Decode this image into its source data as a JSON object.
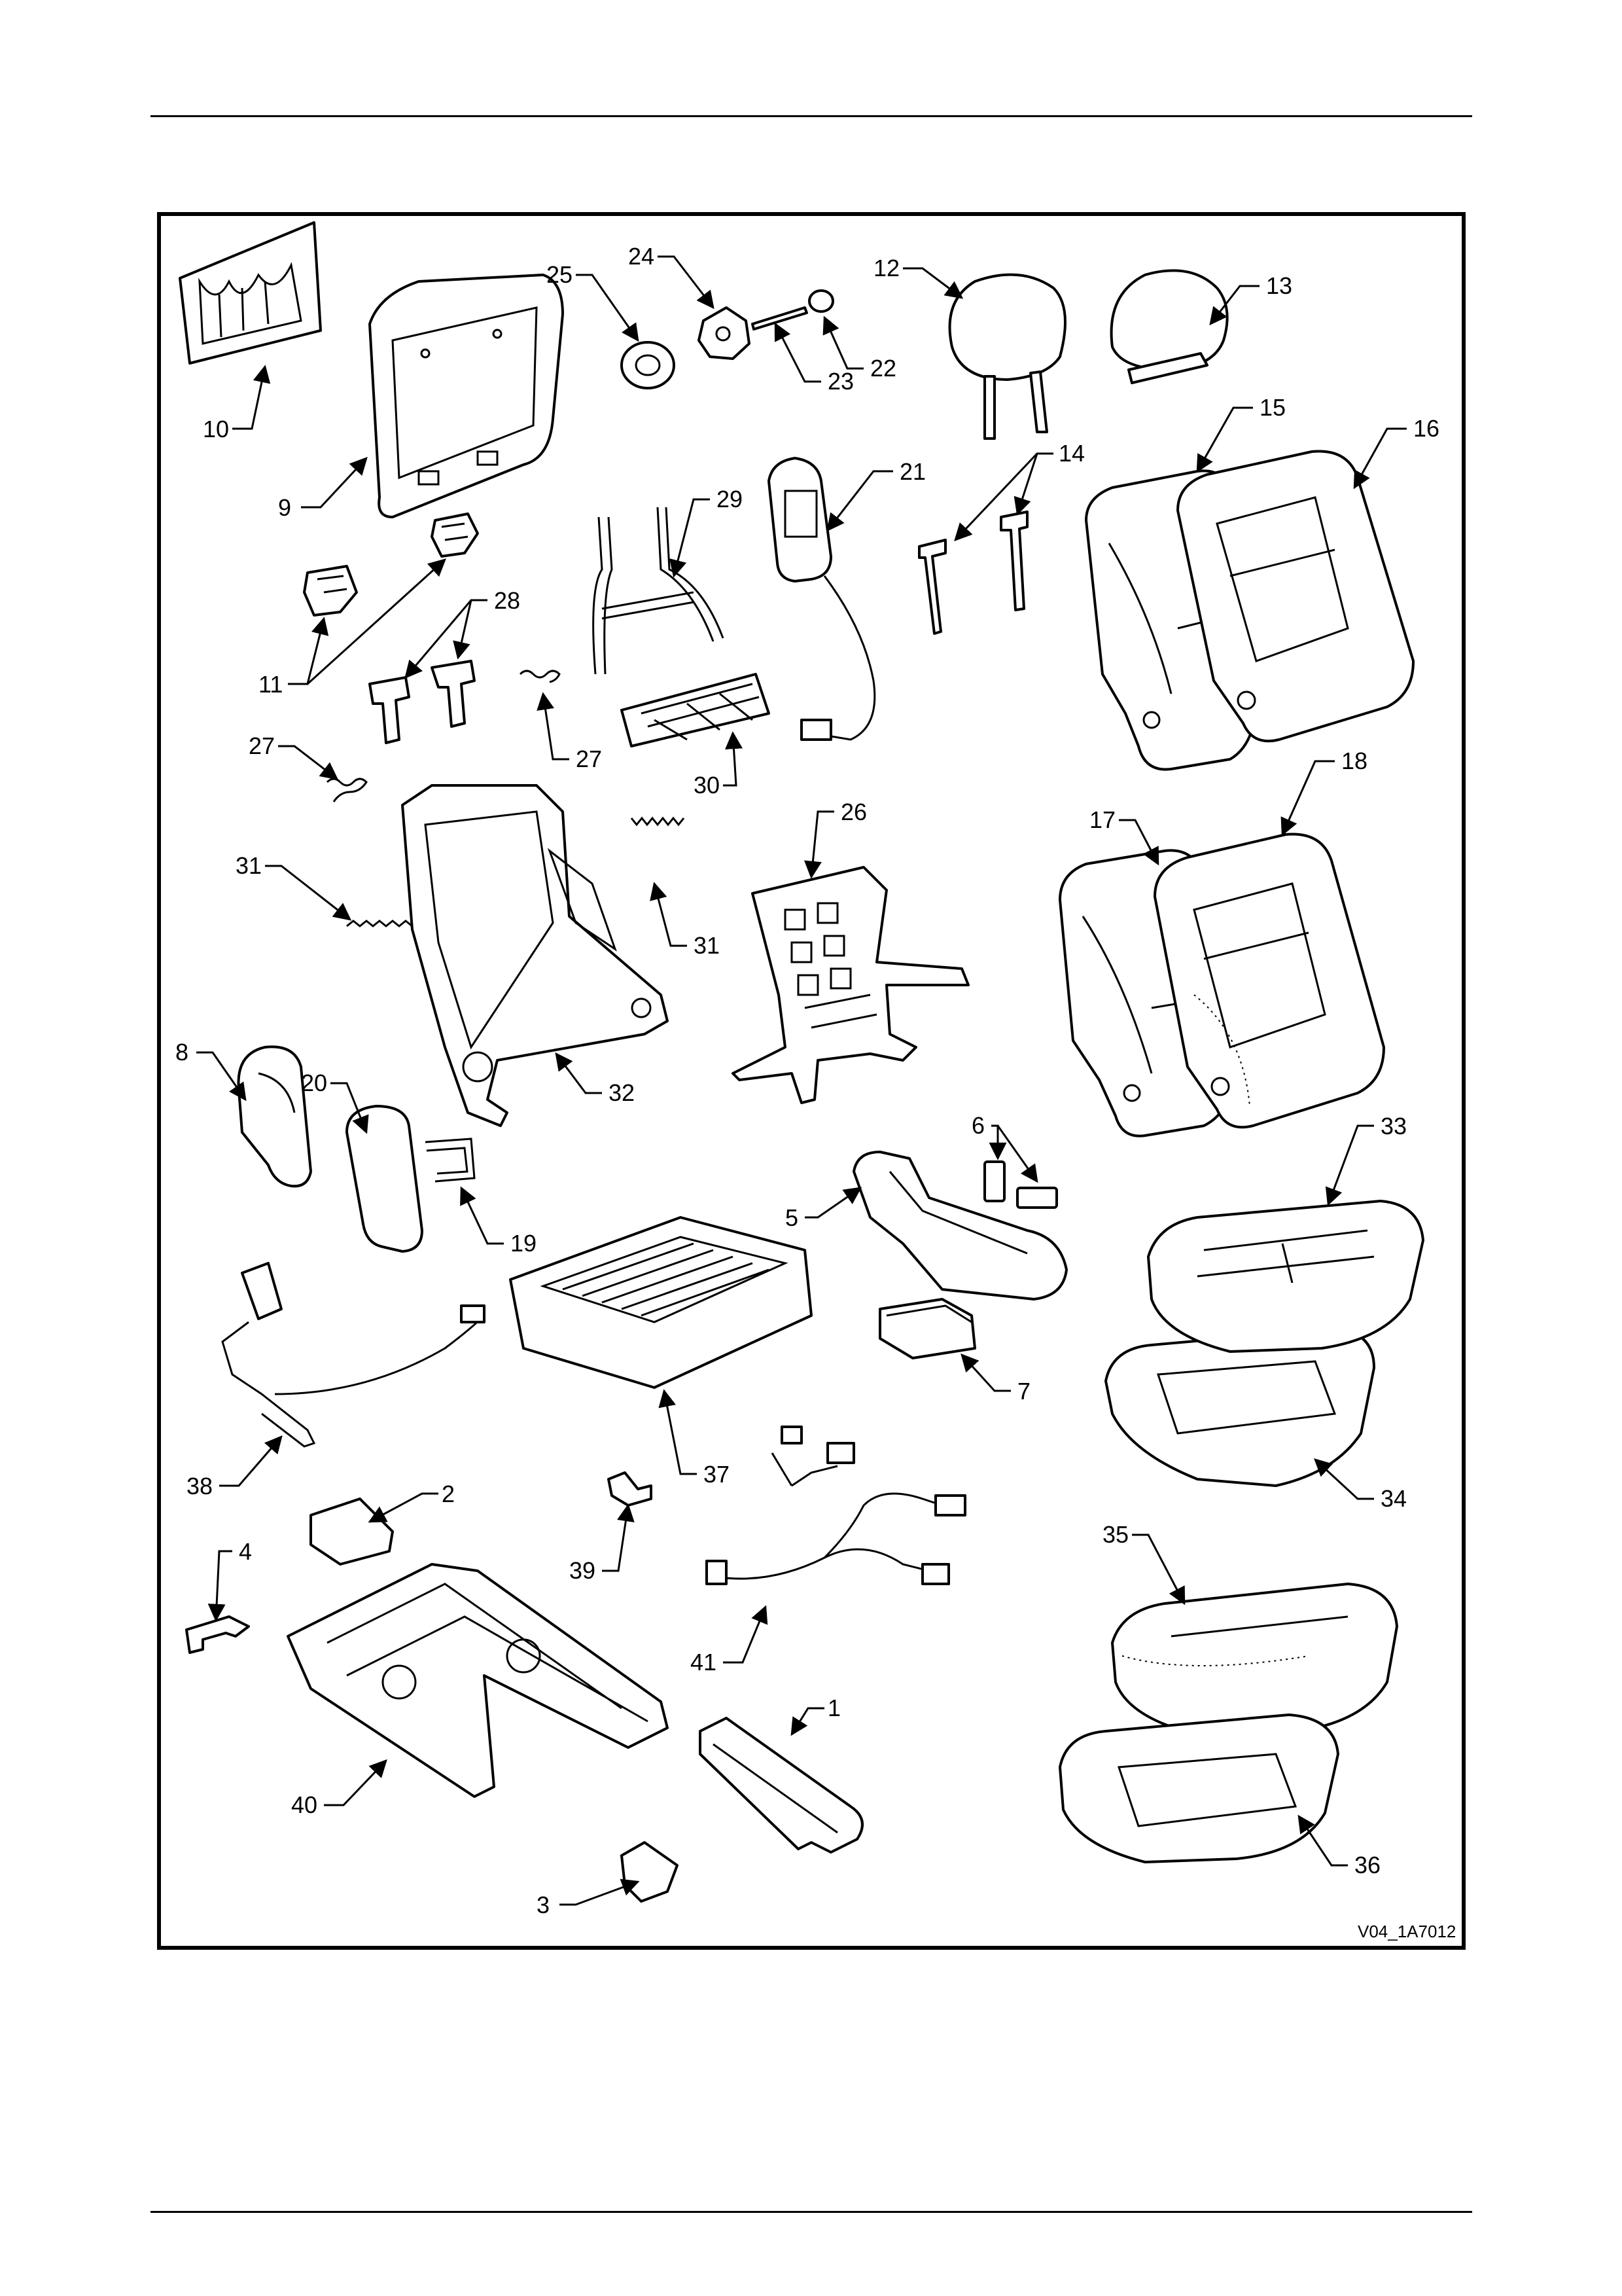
{
  "figure": {
    "reference": "V04_1A7012",
    "callouts": [
      "1",
      "2",
      "3",
      "4",
      "5",
      "6",
      "7",
      "8",
      "9",
      "10",
      "11",
      "12",
      "13",
      "14",
      "15",
      "16",
      "17",
      "18",
      "19",
      "20",
      "21",
      "22",
      "23",
      "24",
      "25",
      "26",
      "27",
      "27",
      "28",
      "29",
      "30",
      "31",
      "31",
      "32",
      "33",
      "34",
      "35",
      "36",
      "37",
      "38",
      "39",
      "40",
      "41"
    ]
  }
}
